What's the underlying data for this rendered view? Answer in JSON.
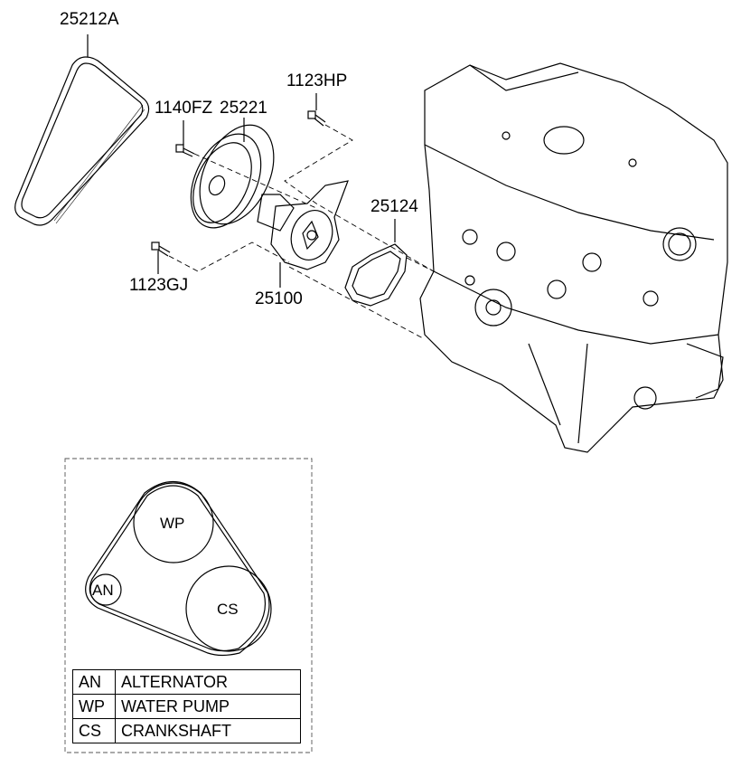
{
  "part_labels": {
    "belt": "25212A",
    "bolt_pulley": "1140FZ",
    "pulley": "25221",
    "bolt_upper": "1123HP",
    "gasket": "25124",
    "bolt_lower": "1123GJ",
    "water_pump": "25100"
  },
  "belt_routing": {
    "pulleys": {
      "wp": "WP",
      "an": "AN",
      "cs": "CS"
    },
    "legend": [
      {
        "code": "AN",
        "name": "ALTERNATOR"
      },
      {
        "code": "WP",
        "name": "WATER PUMP"
      },
      {
        "code": "CS",
        "name": "CRANKSHAFT"
      }
    ]
  }
}
